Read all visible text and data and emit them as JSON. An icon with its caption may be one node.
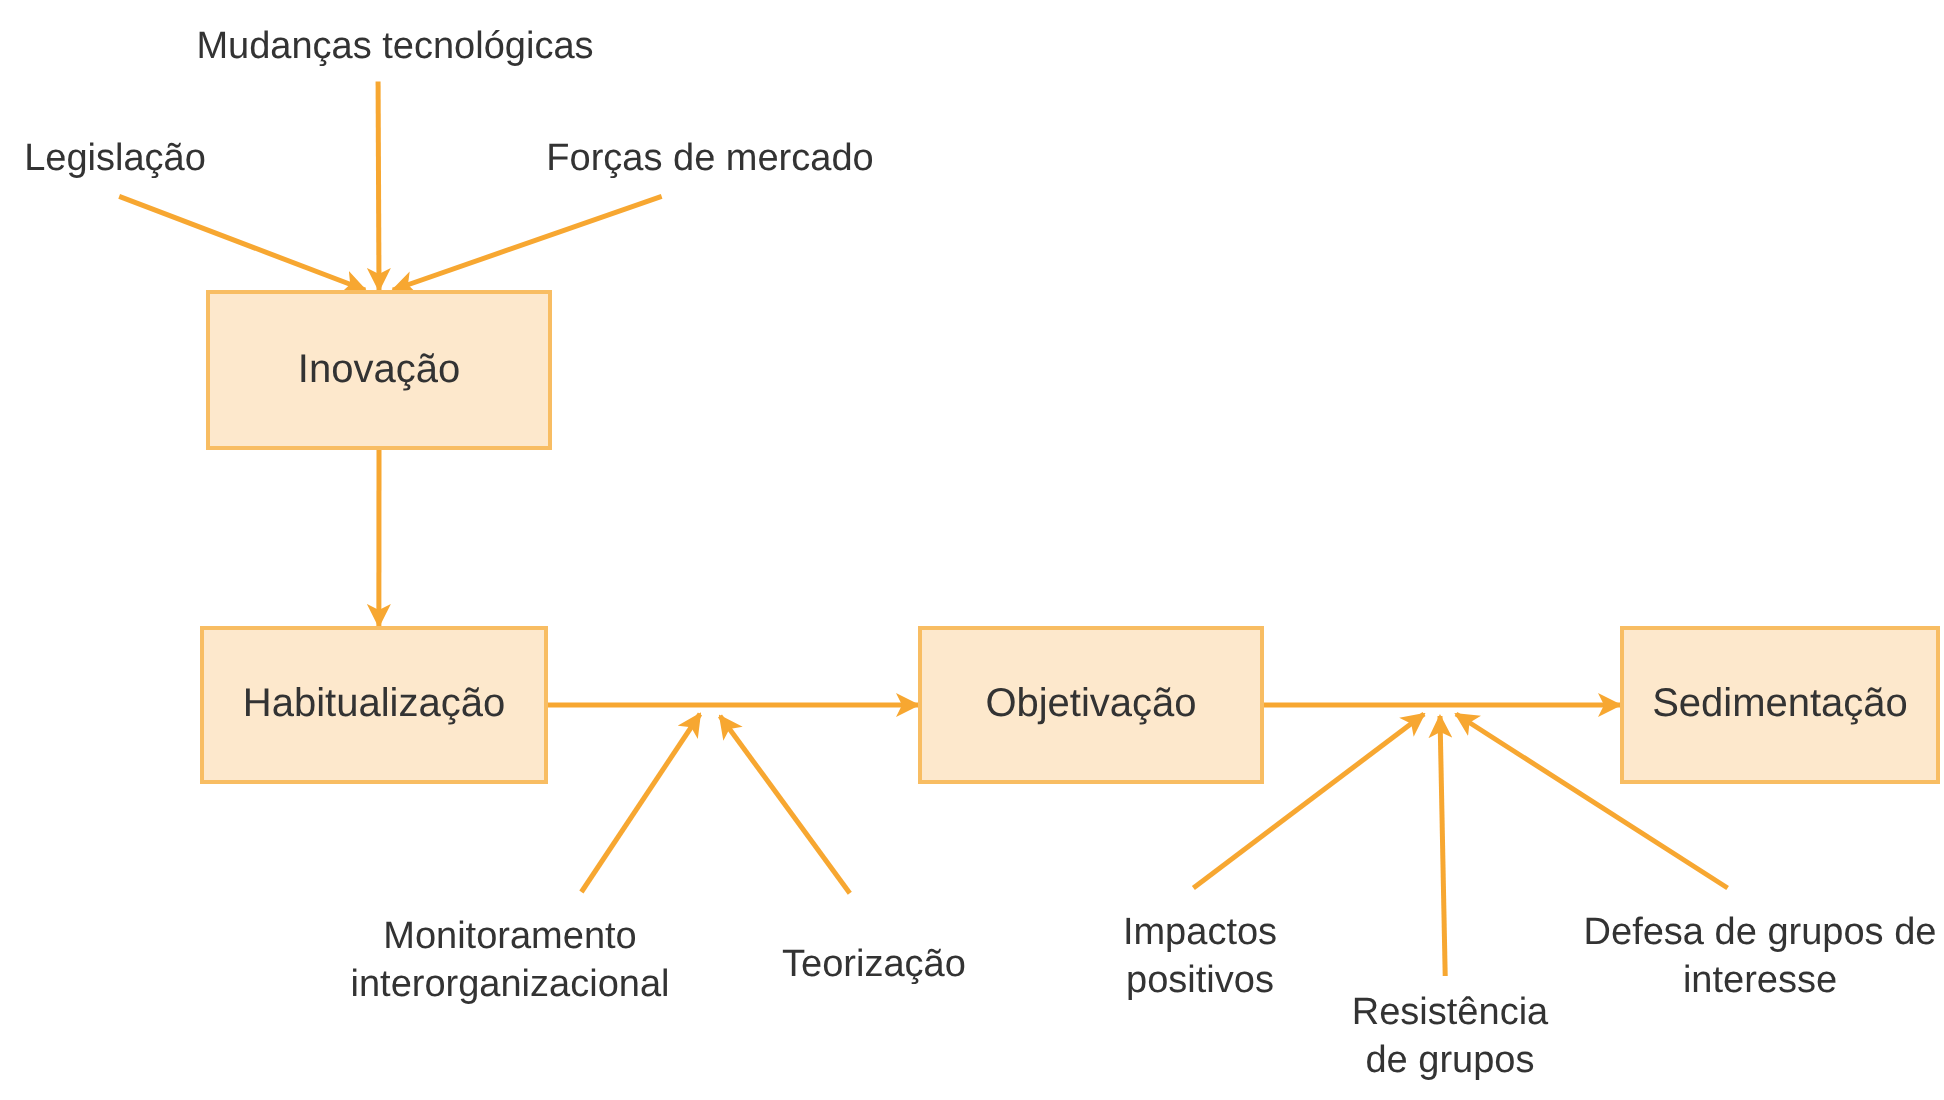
{
  "diagram": {
    "nodes": [
      {
        "text": [
          "Mudanças tecnológicas"
        ]
      },
      {
        "text": [
          "Legislação"
        ]
      },
      {
        "text": [
          "Forças de mercado"
        ]
      },
      {
        "text": [
          "Inovação"
        ]
      },
      {
        "text": [
          "Habitualização"
        ]
      },
      {
        "text": [
          "Objetivação"
        ]
      },
      {
        "text": [
          "Sedimentação"
        ]
      },
      {
        "text": [
          "Monitoramento interorganizacional"
        ]
      },
      {
        "text": [
          "Teorização"
        ]
      },
      {
        "text": [
          "Impactos positivos"
        ]
      },
      {
        "text": [
          "Resistência de grupos"
        ]
      },
      {
        "text": [
          "Defesa de grupos de interesse"
        ]
      }
    ],
    "edges": [
      {
        "from": 1,
        "to": 3,
        "arrow": "to"
      },
      {
        "from": 0,
        "to": 3,
        "arrow": "to"
      },
      {
        "from": 2,
        "to": 3,
        "arrow": "to"
      },
      {
        "from": 3,
        "to": 4,
        "arrow": "to"
      },
      {
        "from": 4,
        "to": 5,
        "arrow": "to"
      },
      {
        "from": 5,
        "to": 6,
        "arrow": "to"
      },
      {
        "from": 7,
        "to": null,
        "arrow": "to"
      },
      {
        "from": 8,
        "to": null,
        "arrow": "to"
      },
      {
        "from": 9,
        "to": null,
        "arrow": "to"
      },
      {
        "from": 10,
        "to": null,
        "arrow": "to"
      },
      {
        "from": 11,
        "to": null,
        "arrow": "to"
      }
    ]
  }
}
